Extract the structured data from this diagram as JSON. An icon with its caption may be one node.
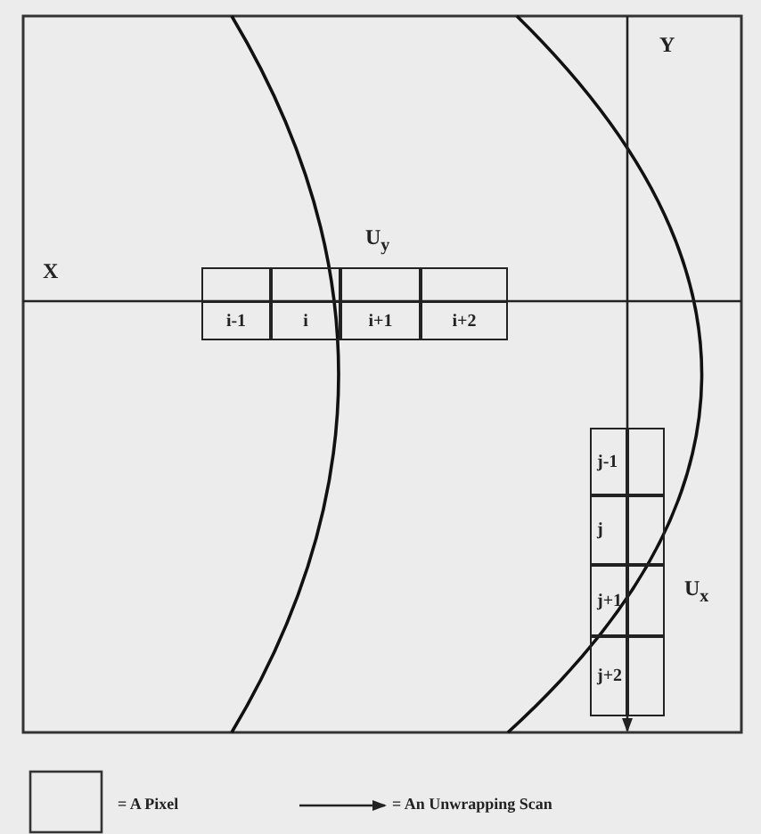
{
  "diagram": {
    "nodes": [
      {
        "text": [],
        "shape": "box"
      },
      {
        "text": [],
        "shape": "box"
      },
      {
        "text": [],
        "shape": "box"
      },
      {
        "text": [],
        "shape": "box"
      },
      {
        "text": [
          "i-1"
        ]
      },
      {
        "text": [
          "i"
        ]
      },
      {
        "text": [
          "i+1"
        ]
      },
      {
        "text": [
          "i+2"
        ]
      },
      {
        "text": [
          "j-1"
        ]
      },
      {
        "text": [],
        "shape": "box"
      },
      {
        "text": [
          "j"
        ]
      },
      {
        "text": [],
        "shape": "box"
      },
      {
        "text": [
          "j+1"
        ]
      },
      {
        "text": [],
        "shape": "box"
      },
      {
        "text": [
          "j+2"
        ]
      },
      {
        "text": [],
        "shape": "box"
      }
    ],
    "labels": [
      "Y",
      "U$_{y}$",
      "X",
      "U$_{x}$"
    ],
    "legend": [
      {
        "text": "= A Pixel"
      },
      {
        "text": "= An Unwrapping Scan"
      }
    ]
  }
}
